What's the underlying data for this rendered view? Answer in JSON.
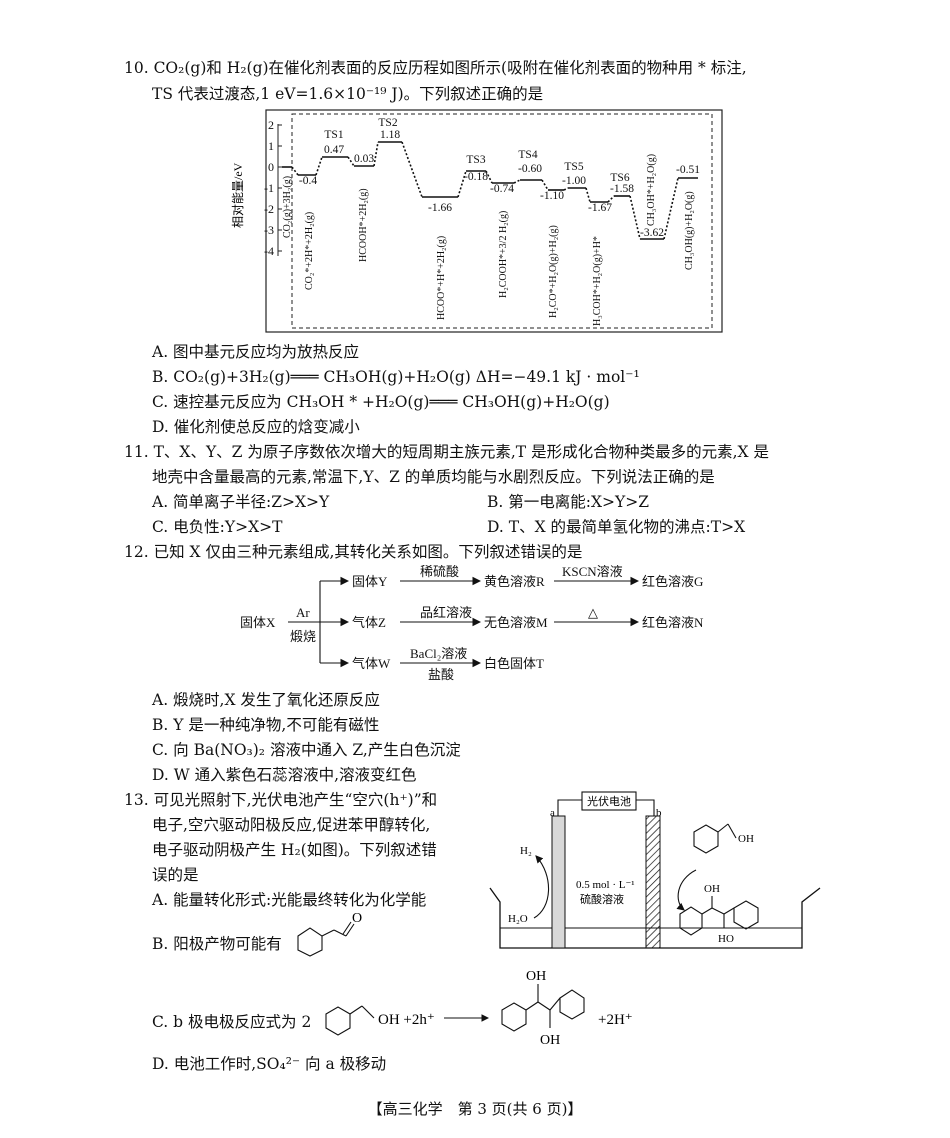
{
  "q10": {
    "stem1": "10. CO₂(g)和 H₂(g)在催化剂表面的反应历程如图所示(吸附在催化剂表面的物种用 * 标注,",
    "stem2": "TS 代表过渡态,1 eV=1.6×10⁻¹⁹ J)。下列叙述正确的是",
    "options": [
      "A. 图中基元反应均为放热反应",
      "B. CO₂(g)+3H₂(g)═══ CH₃OH(g)+H₂O(g)   ΔH=−49.1 kJ · mol⁻¹",
      "C. 速控基元反应为 CH₃OH * +H₂O(g)═══ CH₃OH(g)+H₂O(g)",
      "D. 催化剂使总反应的焓变减小"
    ],
    "chart": {
      "ylabel": "相对能量/eV",
      "ticks": [
        "2",
        "1",
        "0",
        "-1",
        "-2",
        "-3",
        "-4"
      ],
      "ts_labels": [
        "TS1",
        "TS2",
        "TS3",
        "TS4",
        "TS5",
        "TS6"
      ],
      "value_labels": [
        "-0.4",
        "0.47",
        "0.03",
        "1.18",
        "-1.66",
        "-0.18",
        "-0.74",
        "-0.60",
        "-1.10",
        "-1.00",
        "-1.67",
        "-1.58",
        "-3.62",
        "-0.51"
      ],
      "species": [
        "CO₂(g)+3H₂(g)",
        "CO₂*+2H*+2H₂(g)",
        "HCOOH*+2H₂(g)",
        "HCOO*+H*+2H₂(g)",
        "H₂COOH*+3/2 H₂(g)",
        "H₂CO*+H₂O(g)+H₂(g)",
        "H₃COH*+H₂O(g)+H*",
        "CH₃OH*+H₂O(g)",
        "CH₃OH(g)+H₂O(g)"
      ]
    }
  },
  "q11": {
    "stem1": "11. T、X、Y、Z 为原子序数依次增大的短周期主族元素,T 是形成化合物种类最多的元素,X 是",
    "stem2": "地壳中含量最高的元素,常温下,Y、Z 的单质均能与水剧烈反应。下列说法正确的是",
    "options": [
      "A. 简单离子半径:Z>X>Y",
      "B. 第一电离能:X>Y>Z",
      "C. 电负性:Y>X>T",
      "D. T、X 的最简单氢化物的沸点:T>X"
    ]
  },
  "q12": {
    "stem": "12. 已知 X 仅由三种元素组成,其转化关系如图。下列叙述错误的是",
    "flow": {
      "start": "固体X",
      "arrow_top": "Ar",
      "arrow_bottom": "煅烧",
      "y": "固体Y",
      "z": "气体Z",
      "w": "气体W",
      "y_reagent": "稀硫酸",
      "r": "黄色溶液R",
      "r_reagent": "KSCN溶液",
      "g": "红色溶液G",
      "z_reagent": "品红溶液",
      "m": "无色溶液M",
      "m_reagent": "△",
      "n": "红色溶液N",
      "w_reagent_top": "BaCl₂溶液",
      "w_reagent_bottom": "盐酸",
      "t": "白色固体T"
    },
    "options": [
      "A. 煅烧时,X 发生了氧化还原反应",
      "B. Y 是一种纯净物,不可能有磁性",
      "C. 向 Ba(NO₃)₂ 溶液中通入 Z,产生白色沉淀",
      "D. W 通入紫色石蕊溶液中,溶液变红色"
    ]
  },
  "q13": {
    "stem": [
      "13. 可见光照射下,光伏电池产生“空穴(h⁺)”和",
      "电子,空穴驱动阳极反应,促进苯甲醇转化,",
      "电子驱动阴极产生 H₂(如图)。下列叙述错",
      "误的是"
    ],
    "option_a": "A. 能量转化形式:光能最终转化为化学能",
    "option_b": "B. 阳极产物可能有",
    "option_c_prefix": "C. b 极电极反应式为 2",
    "option_c_mid": "OH +2h⁺",
    "option_c_suffix": "+2H⁺",
    "option_d": "D. 电池工作时,SO₄²⁻ 向 a 极移动",
    "cell": {
      "battery": "光伏电池",
      "a": "a",
      "b": "b",
      "h2": "H₂",
      "h2o": "H₂O",
      "solution1": "0.5 mol · L⁻¹",
      "solution2": "硫酸溶液",
      "oh": "OH",
      "ho": "HO"
    },
    "glycol_oh_top": "OH",
    "glycol_oh_bottom": "OH",
    "aldehyde_o": "O"
  },
  "footer": "【高三化学　第 3 页(共 6 页)】"
}
